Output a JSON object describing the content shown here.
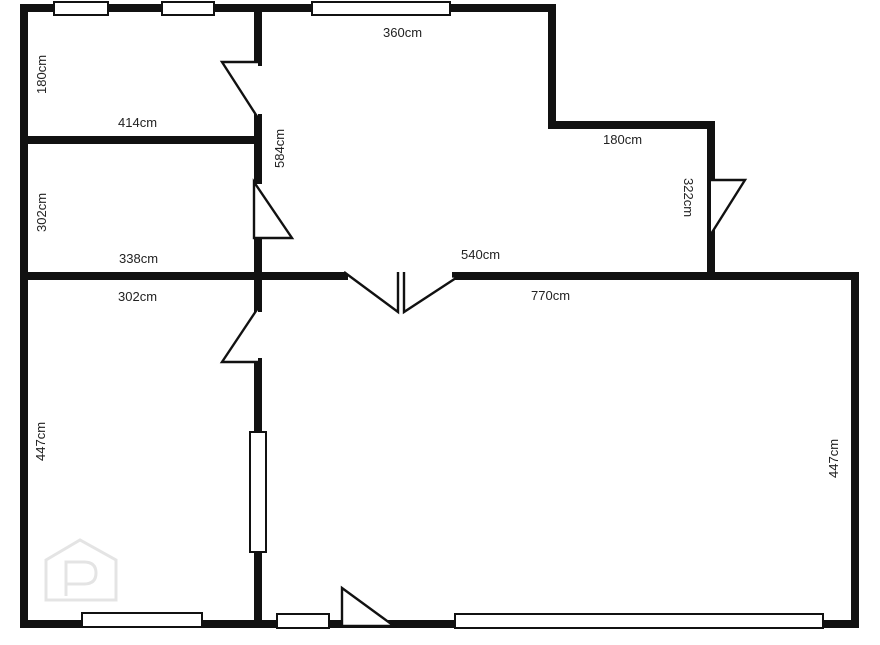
{
  "floorplan": {
    "wall_color": "#111111",
    "background": "#ffffff",
    "watermark_icon": "property-logo-watermark",
    "dimensions": {
      "top_right_room_width": "360cm",
      "top_left_room_depth": "180cm",
      "top_left_room_width": "414cm",
      "hall_length": "584cm",
      "step_width": "180cm",
      "step_depth": "322cm",
      "mid_left_room_depth": "302cm",
      "mid_left_room_width": "338cm",
      "main_room_partial_width": "540cm",
      "bottom_left_room_width": "302cm",
      "bottom_right_room_width": "770cm",
      "bottom_left_room_depth": "447cm",
      "bottom_right_room_depth": "447cm"
    }
  }
}
